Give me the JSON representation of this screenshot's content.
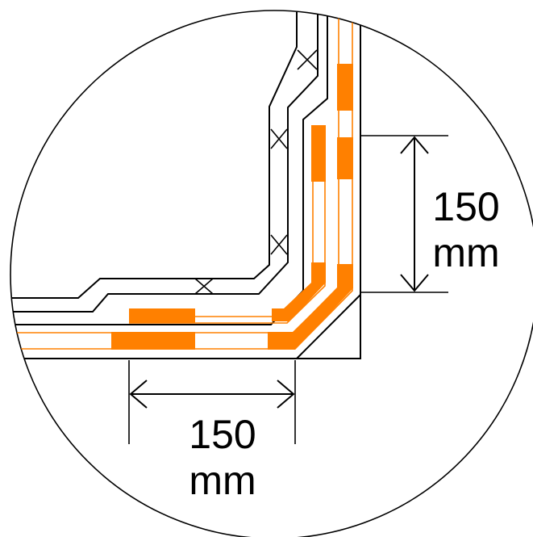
{
  "diagram": {
    "colors": {
      "line": "#000000",
      "tape": "#ff8000",
      "background": "#ffffff"
    },
    "vertical_dimension": {
      "value": "150",
      "unit": "mm"
    },
    "horizontal_dimension": {
      "value": "150",
      "unit": "mm"
    }
  }
}
